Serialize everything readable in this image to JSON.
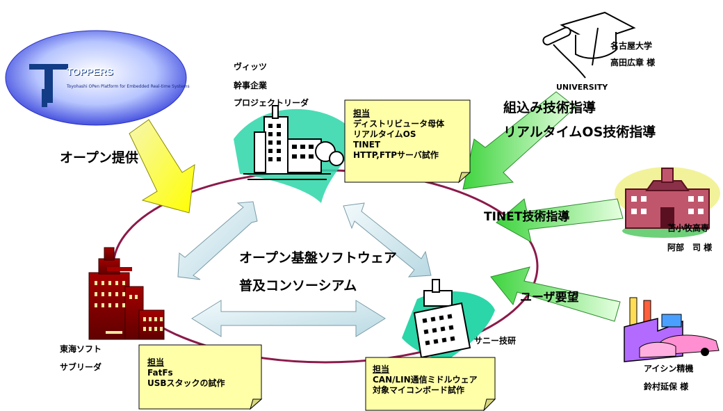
{
  "center": {
    "line1": "オープン基盤ソフトウェア",
    "line2": "普及コンソーシアム"
  },
  "toppers": {
    "logo_text": "TOPPERS",
    "logo_subtext": "Toyohashi OPen Platform for Embedded Real-time Systems",
    "arrow_label": "オープン提供"
  },
  "vitz": {
    "line1": "ヴィッツ",
    "line2": "幹事企業",
    "line3": "プロジェクトリーダ"
  },
  "vitz_note": {
    "head": "担当",
    "items": [
      "ディストリビュータ母体",
      "リアルタイムOS",
      "TINET",
      "HTTP,FTPサーバ試作"
    ]
  },
  "university": {
    "name": "名古屋大学",
    "person": "高田広章 様",
    "cap_text": "UNIVERSITY",
    "guidance1": "組込み技術指導",
    "guidance2": "リアルタイムOS技術指導"
  },
  "tomakomai": {
    "name": "苫小牧高専",
    "person": "阿部　司 様",
    "guidance": "TINET技術指導"
  },
  "tokai": {
    "name": "東海ソフト",
    "role": "サブリーダ"
  },
  "tokai_note": {
    "head": "担当",
    "items": [
      "FatFs",
      "USBスタックの試作"
    ]
  },
  "sunny": {
    "name": "サニー技研"
  },
  "sunny_note": {
    "head": "担当",
    "items": [
      "CAN/LIN通信ミドルウェア",
      "対象マイコンボード試作"
    ]
  },
  "aisin": {
    "name": "アイシン精機",
    "person": "鈴村延保 様",
    "request": "ユーザ要望"
  },
  "colors": {
    "ellipse": "#8b1a4a",
    "note_bg": "#ffffa8",
    "light_arrow": "#dfeef3",
    "green_arrow": "#c6ffb4",
    "yellow_arrow": "#f4f48c",
    "building_red": "#8b0000",
    "teal": "#2bd6a8"
  }
}
